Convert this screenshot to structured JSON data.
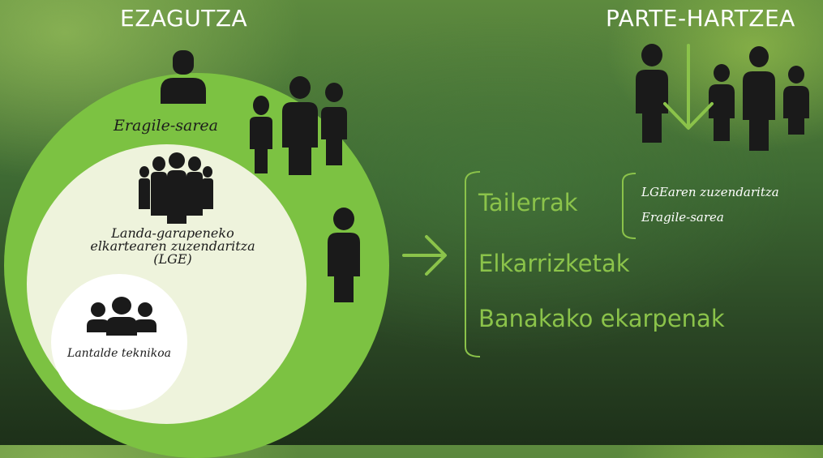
{
  "left": {
    "heading": "EZAGUTZA",
    "outer_label": "Eragile-sarea",
    "middle_label_lines": [
      "Landa-garapeneko",
      "elkartearen zuzendaritza",
      "(LGE)"
    ],
    "inner_label": "Lantalde teknikoa"
  },
  "right": {
    "heading": "PARTE-HARTZEA",
    "methods": [
      "Tailerrak",
      "Elkarrizketak",
      "Banakako ekarpenak"
    ],
    "tailerrak_participants": [
      "LGEaren zuzendaritza",
      "Eragile-sarea"
    ]
  },
  "colors": {
    "outer_circle": "#7cc242",
    "middle_circle": "#eef3dc",
    "inner_circle": "#ffffff",
    "accent_green": "#8bc34a",
    "figure": "#1a1a1a"
  },
  "icons": [
    "person-icon",
    "group-icon",
    "arrow-right-icon",
    "arrow-down-icon",
    "brace-icon"
  ]
}
